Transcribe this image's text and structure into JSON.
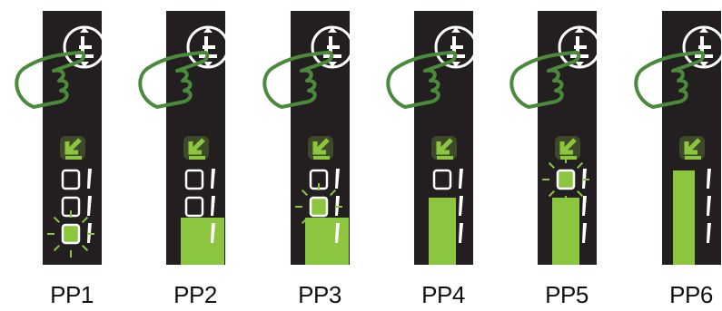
{
  "panels": [
    {
      "label": "PP1",
      "fill_level": 0,
      "lit_box": 3
    },
    {
      "label": "PP2",
      "fill_level": 1,
      "lit_box": 0
    },
    {
      "label": "PP3",
      "fill_level": 1,
      "lit_box": 2
    },
    {
      "label": "PP4",
      "fill_level": 2,
      "lit_box": 0
    },
    {
      "label": "PP5",
      "fill_level": 2,
      "lit_box": 1
    },
    {
      "label": "PP6",
      "fill_level": 3,
      "lit_box": 0
    }
  ],
  "colors": {
    "panel_bg": "#231f20",
    "accent_green": "#8cc63f",
    "hand_outline": "#4a8a3a",
    "icon_white": "#ffffff"
  },
  "icons": {
    "top_button": "up-down-arrow-circle-icon",
    "hand": "pointing-hand-icon",
    "indicator": "down-left-arrow-icon"
  }
}
